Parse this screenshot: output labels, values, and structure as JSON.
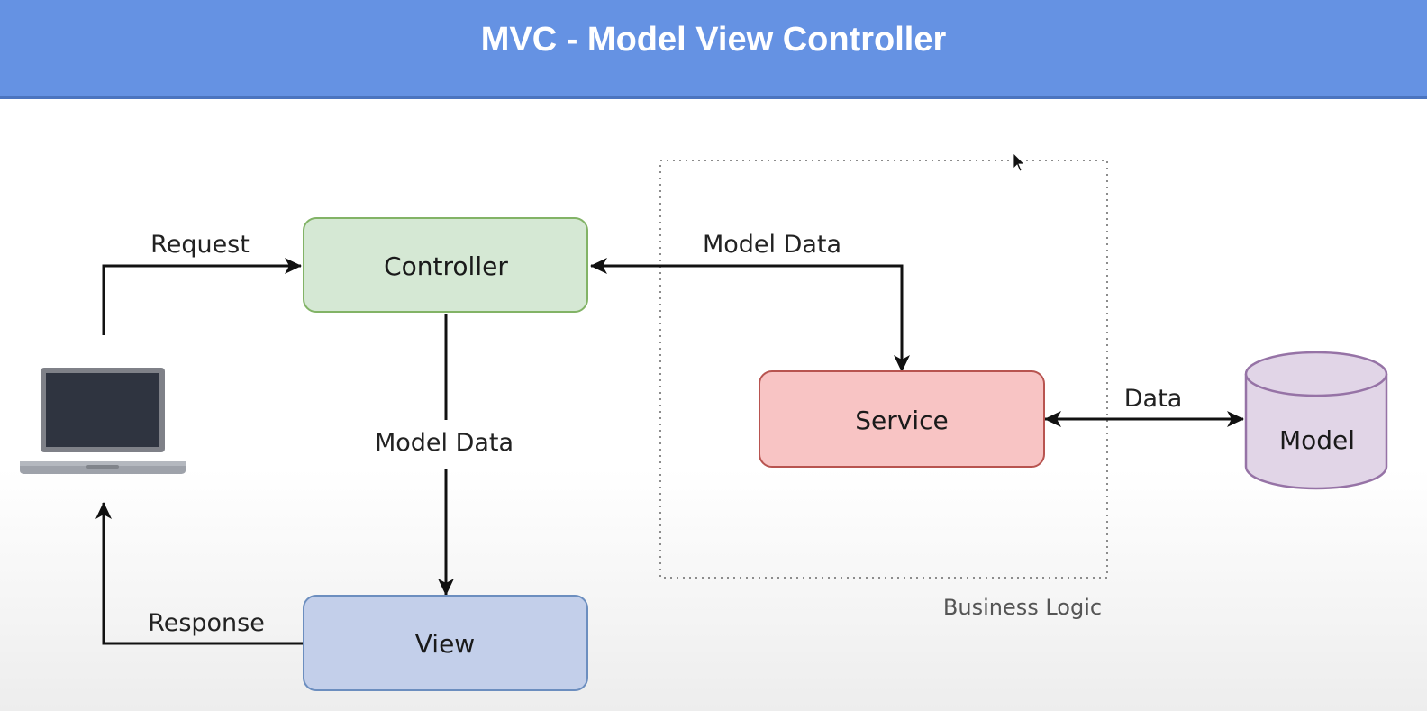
{
  "header": {
    "title": "MVC - Model View Controller"
  },
  "nodes": {
    "controller": {
      "label": "Controller",
      "fill": "#d5e8d4",
      "stroke": "#82b366"
    },
    "view": {
      "label": "View",
      "fill": "#c3cfea",
      "stroke": "#6c8ebf"
    },
    "service": {
      "label": "Service",
      "fill": "#f8c4c4",
      "stroke": "#b85450"
    },
    "model": {
      "label": "Model",
      "fill": "#e1d5e7",
      "stroke": "#9673a6"
    }
  },
  "edges": {
    "request": "Request",
    "response": "Response",
    "controller_view": "Model Data",
    "service_controller": "Model Data",
    "service_model": "Data"
  },
  "groups": {
    "business_logic": "Business Logic"
  },
  "icons": {
    "client": "laptop-icon",
    "cursor": "mouse-pointer-icon"
  }
}
